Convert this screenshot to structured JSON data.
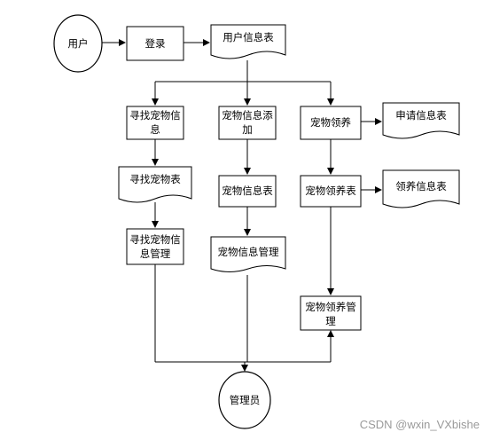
{
  "nodes": {
    "user": "用户",
    "login": "登录",
    "user_info_table": "用户信息表",
    "find_pet_info": [
      "寻找宠物信",
      "息"
    ],
    "pet_info_add": [
      "宠物信息添",
      "加"
    ],
    "pet_adopt": "宠物领养",
    "apply_info_table": "申请信息表",
    "find_pet_table": "寻找宠物表",
    "pet_info_table": "宠物信息表",
    "pet_adopt_table": "宠物领养表",
    "adopt_info_table": "领养信息表",
    "find_pet_info_mgmt": [
      "寻找宠物信",
      "息管理"
    ],
    "pet_info_mgmt": "宠物信息管理",
    "pet_adopt_mgmt": [
      "宠物领养管",
      "理"
    ],
    "admin": "管理员"
  },
  "watermark": "CSDN @wxin_VXbishe"
}
